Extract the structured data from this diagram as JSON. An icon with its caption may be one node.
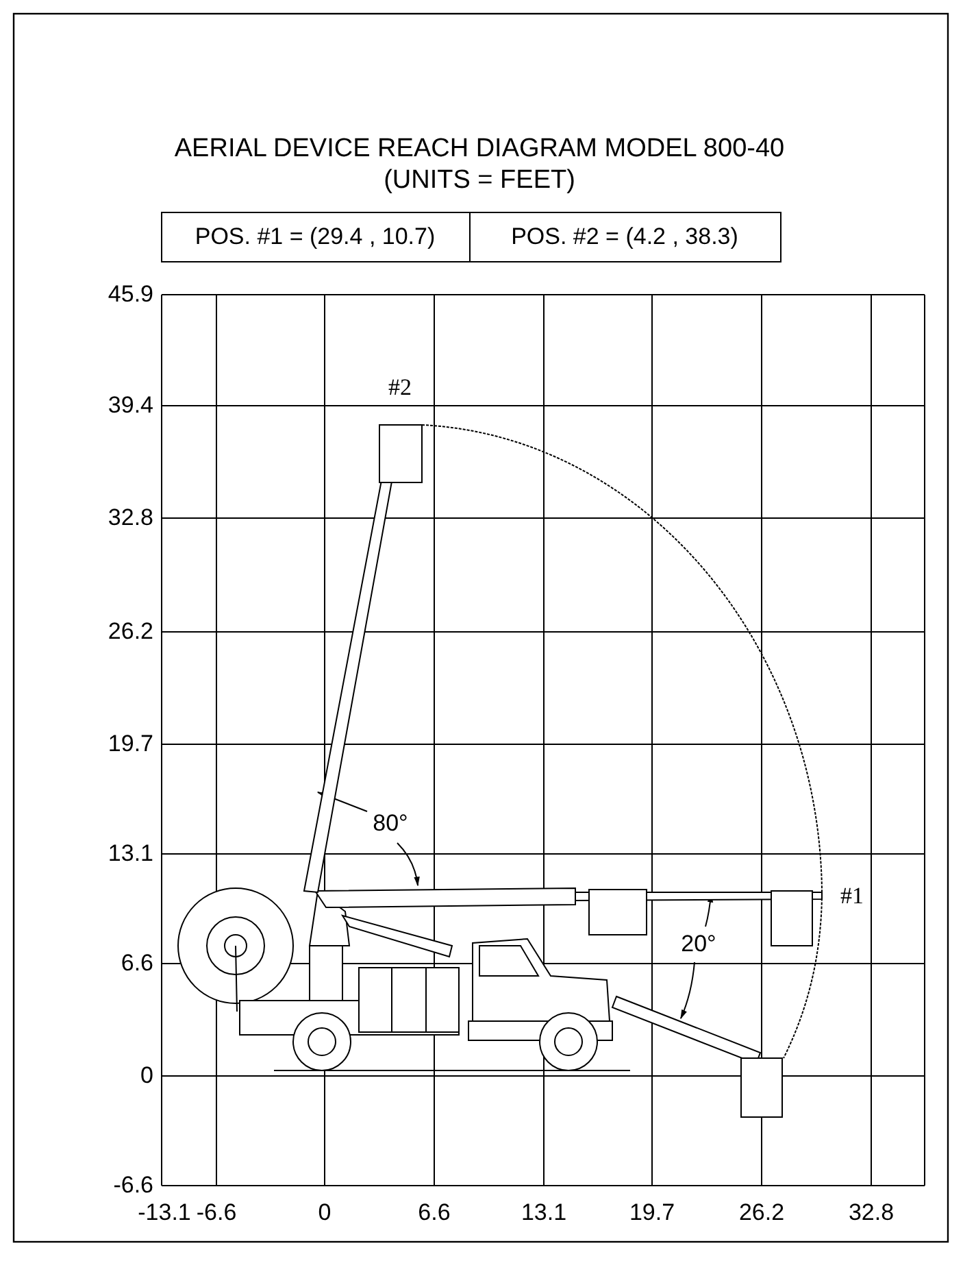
{
  "diagram": {
    "title": "AERIAL DEVICE REACH DIAGRAM MODEL 800-40 (UNITS = FEET)",
    "labels": [
      "POS. #1 = (29.4 , 10.7)",
      "POS. #2 = (4.2 , 38.3)",
      "45.9",
      "#2",
      "39.4",
      "32.8",
      "26.2",
      "19.7",
      "80°",
      "13.1",
      "#1",
      "20°",
      "6.6",
      "0",
      "-6.6",
      "-13.1",
      "-6.6",
      "0",
      "6.6",
      "13.1",
      "19.7",
      "26.2",
      "32.8"
    ]
  }
}
